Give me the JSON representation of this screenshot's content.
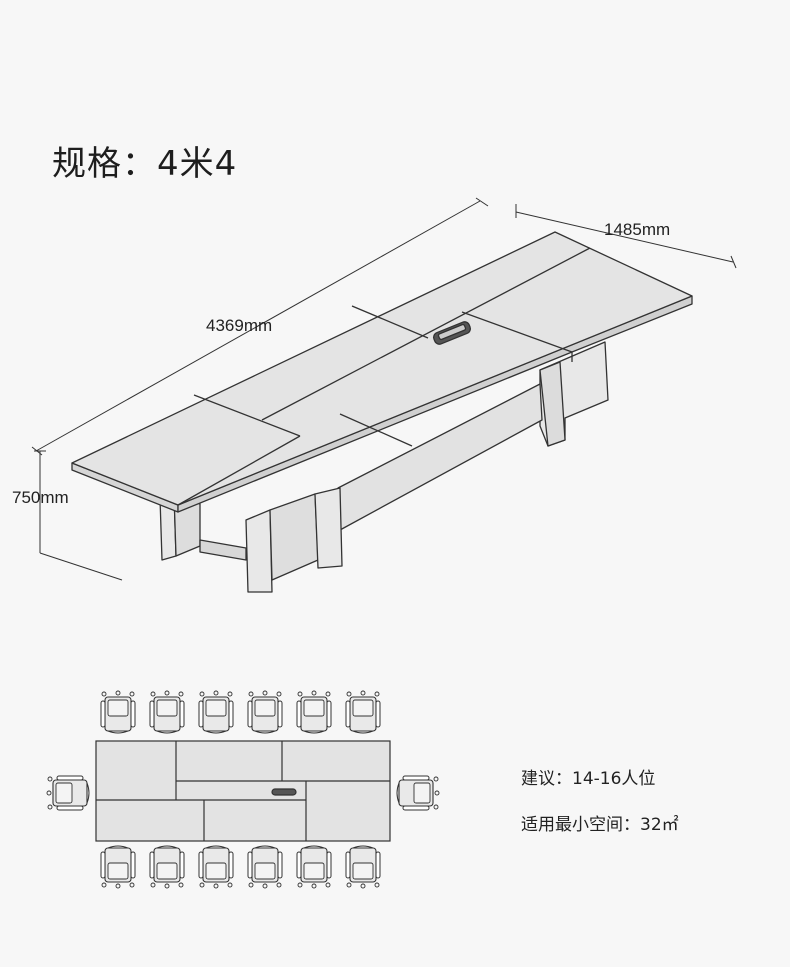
{
  "spec": {
    "title": "规格：4米4"
  },
  "dimensions": {
    "length": "4369mm",
    "width": "1485mm",
    "height": "750mm"
  },
  "info": {
    "capacity": "建议：14-16人位",
    "min_space": "适用最小空间：32㎡"
  },
  "colors": {
    "background": "#f7f7f7",
    "table_top": "#e4e4e4",
    "line": "#333333"
  }
}
